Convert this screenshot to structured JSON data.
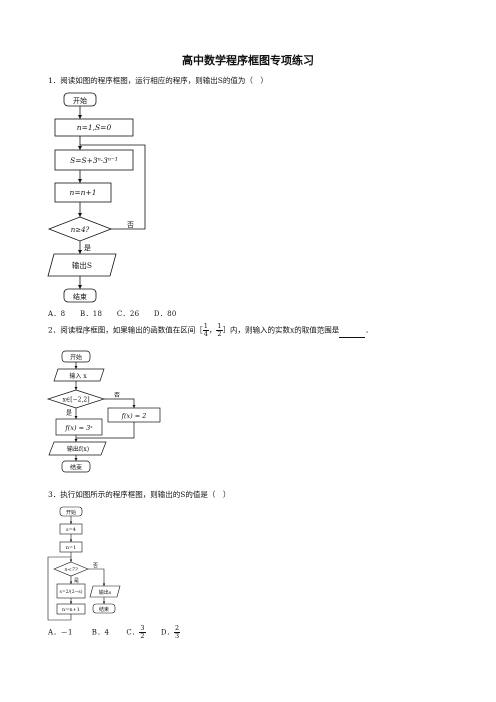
{
  "title": "高中数学程序框图专项练习",
  "q1": {
    "text": "1．阅读如图的程序框图，运行相应的程序，则输出S的值为（　）",
    "flow": {
      "start": "开始",
      "init": "n=1,S=0",
      "assign": "S=S+3ⁿ·3ⁿ⁻¹",
      "incr": "n=n+1",
      "cond": "n≥4?",
      "yes": "是",
      "no": "否",
      "output": "输出S",
      "end": "结束"
    },
    "options": "A．8　　B．18　　C．26　　D．80"
  },
  "q2": {
    "text_before": "2．阅读程序框图，如果输出的函数值在区间［",
    "frac1_num": "1",
    "frac1_den": "4",
    "sep": "，",
    "frac2_num": "1",
    "frac2_den": "2",
    "text_after": "］内，则输入的实数x的取值范围是",
    "text_end": "．",
    "flow": {
      "start": "开始",
      "input": "输入 x",
      "cond": "x∈[−2,2]",
      "yes": "是",
      "no": "否",
      "f_yes": "f(x) = 3ˣ",
      "f_no": "f(x) = 2",
      "output": "输出f(x)",
      "end": "结束"
    }
  },
  "q3": {
    "text": "3．执行如图所示的程序框图，则输出的S的值是（　）",
    "flow": {
      "start": "开始",
      "s_init": "s=4",
      "n_init": "n=1",
      "cond": "n<7?",
      "yes": "是",
      "no": "否",
      "update": "s=2/(2−s)",
      "incr": "n=n+1",
      "output": "输出s",
      "end": "结束"
    },
    "opt_a": "A．－1",
    "opt_b": "B．4",
    "opt_c_label": "C．",
    "opt_c_num": "3",
    "opt_c_den": "2",
    "opt_d_label": "D．",
    "opt_d_num": "2",
    "opt_d_den": "3"
  }
}
